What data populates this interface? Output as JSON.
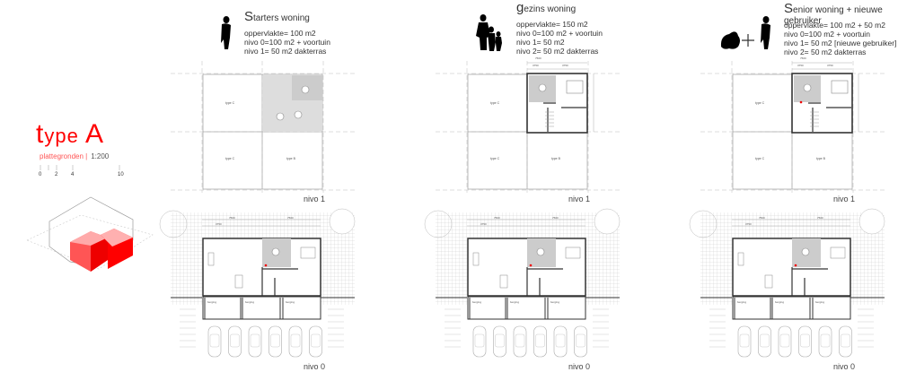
{
  "legend": {
    "title_first": "t",
    "title_rest": "ype",
    "title_letter": "A",
    "subtitle": "plattegronden |",
    "scale": "1:200",
    "scalebar_ticks": [
      "0",
      "2",
      "4",
      "10"
    ],
    "accent_color": "#ff0000"
  },
  "columns": [
    {
      "heading_cap": "S",
      "heading_rest": "tarters woning",
      "lines": [
        "oppervlakte= 100 m2",
        "nivo 0=100 m2 + voortuin",
        "nivo 1= 50 m2 dakterras"
      ],
      "icon": "person-silhouette-icon"
    },
    {
      "heading_cap": "g",
      "heading_rest": "ezins woning",
      "lines": [
        "oppervlakte= 150 m2",
        "nivo 0=100 m2 + voortuin",
        "nivo 1= 50 m2",
        "nivo 2= 50 m2 dakterras"
      ],
      "icon": "family-silhouette-icon"
    },
    {
      "heading_cap": "S",
      "heading_rest": "enior woning + nieuwe gebruiker",
      "lines": [
        "oppervlakte= 100 m2 + 50 m2",
        "nivo 0=100 m2 + voortuin",
        "nivo 1= 50 m2 [nieuwe gebruiker]",
        "nivo 2= 50 m2 dakterras"
      ],
      "icon": "wheelchair-plus-person-icon"
    }
  ],
  "plan_labels": {
    "level1": "nivo 1",
    "level0": "nivo 0",
    "type_c": "type C",
    "type_b": "type B",
    "berging": "berging",
    "dim_total": "7500",
    "dim_half": "3750"
  }
}
